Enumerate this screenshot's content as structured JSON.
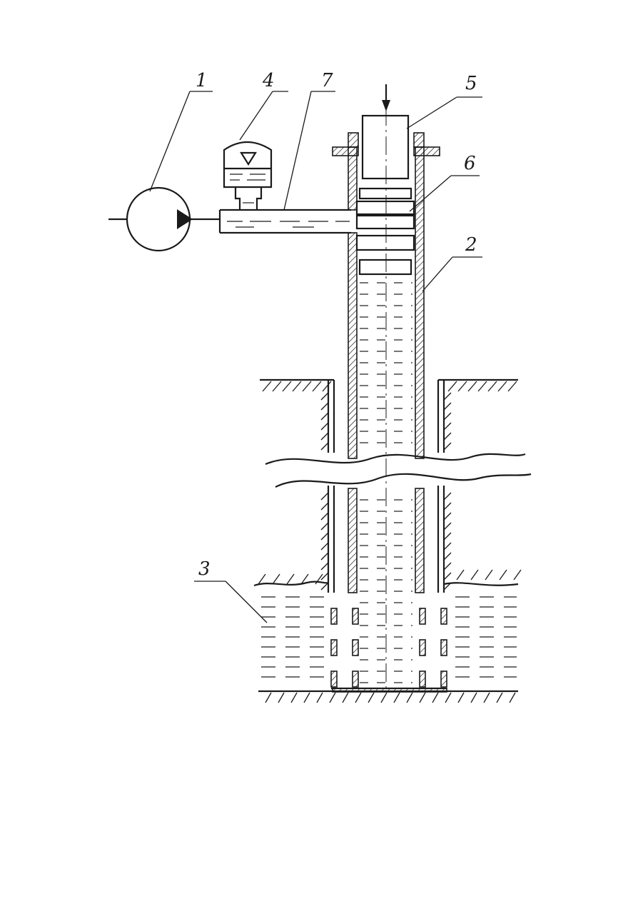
{
  "labels": {
    "l1": "1",
    "l2": "2",
    "l3": "3",
    "l4": "4",
    "l5": "5",
    "l6": "6",
    "l7": "7"
  },
  "colors": {
    "ink": "#1a1a1a",
    "paper": "#ffffff"
  },
  "icons": [
    "pump-symbol",
    "accumulator-symbol",
    "arrow-down-icon"
  ]
}
